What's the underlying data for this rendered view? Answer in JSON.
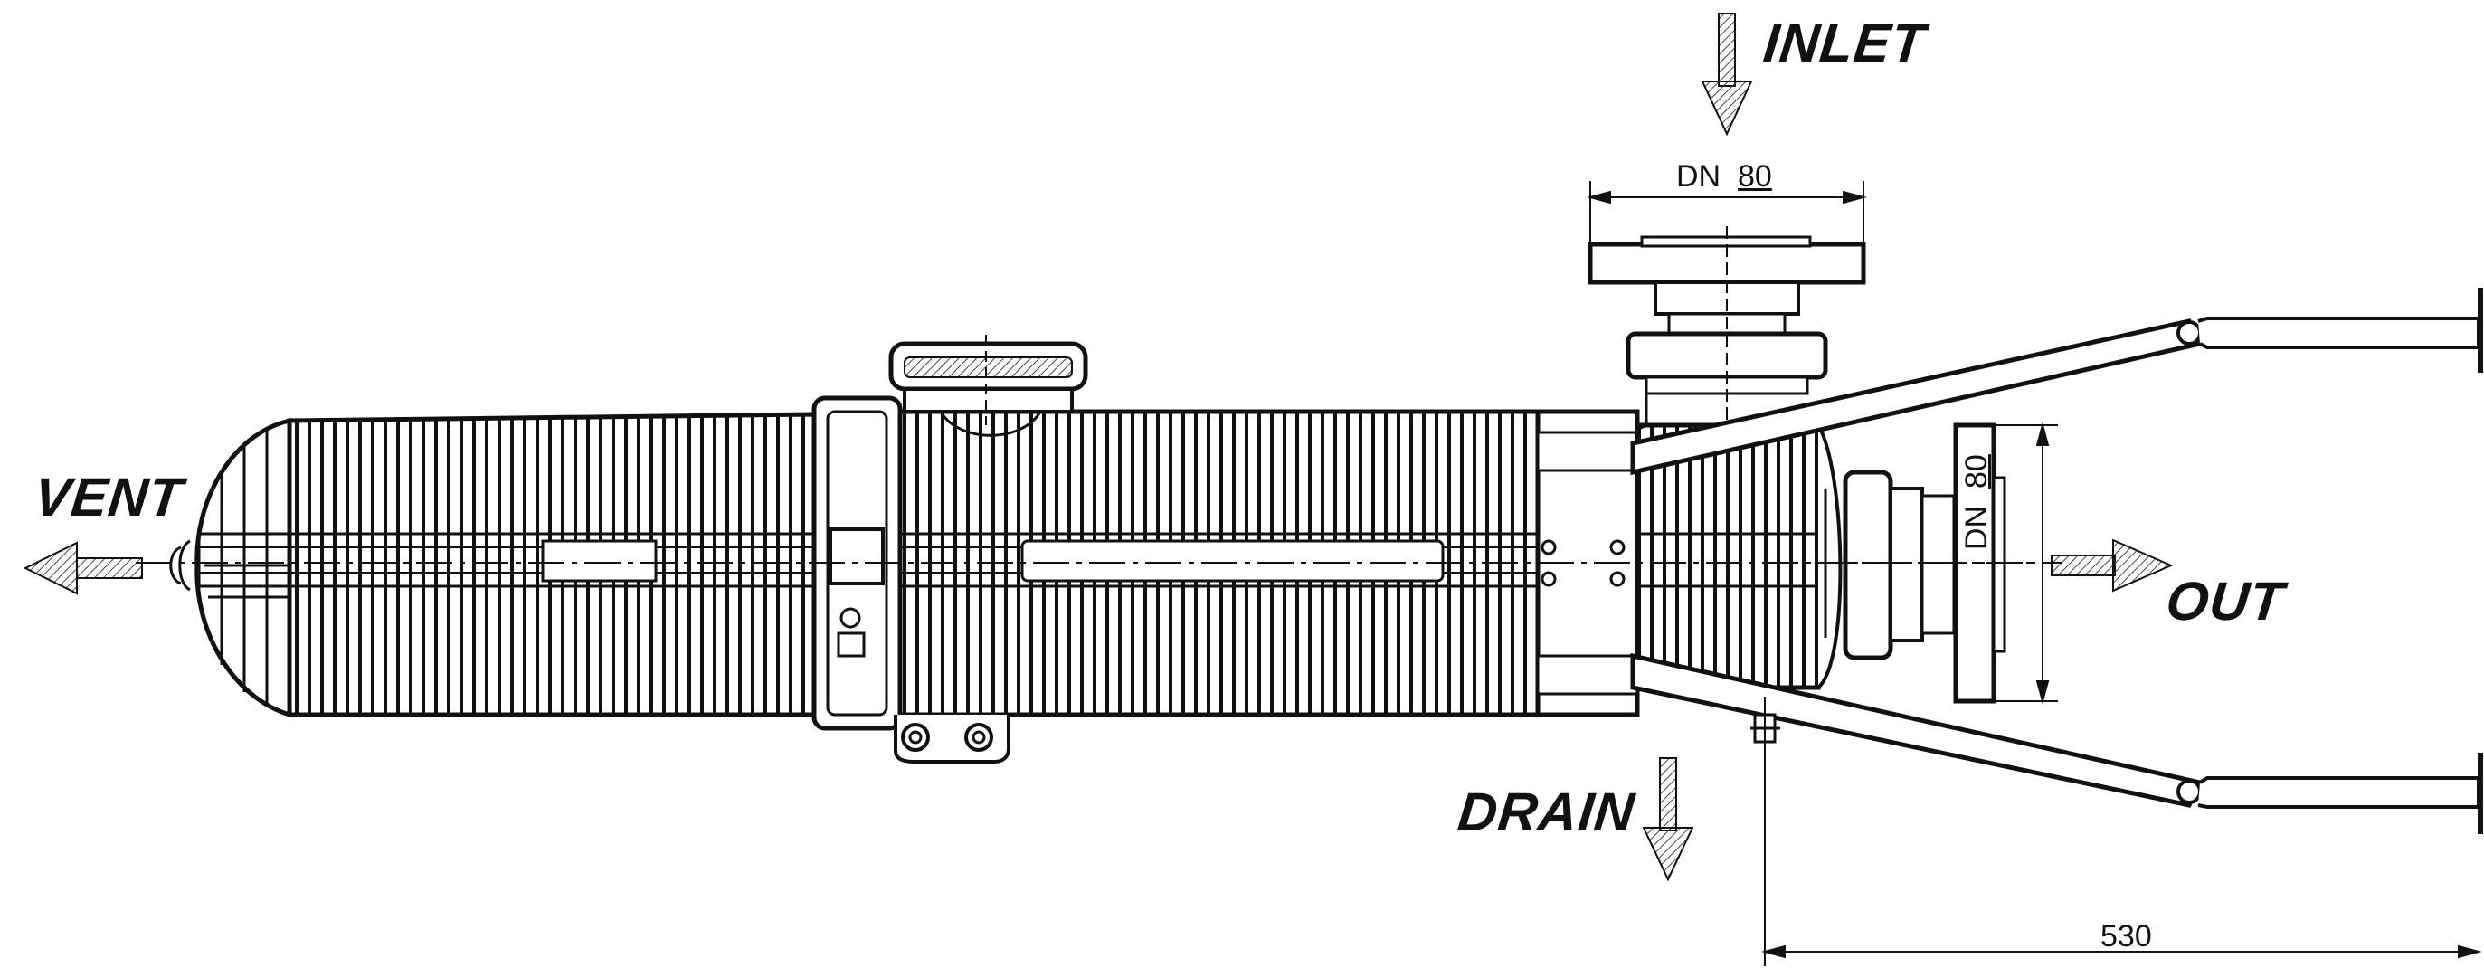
{
  "labels": {
    "inlet": "INLET",
    "vent": "VENT",
    "out": "OUT",
    "drain": "DRAIN"
  },
  "dimensions": {
    "inlet_prefix": "DN",
    "inlet_size": "80",
    "outlet_prefix": "DN",
    "outlet_size": "80",
    "length": "530"
  },
  "colors": {
    "line": "#111111",
    "background": "#ffffff",
    "hatch": "#555555"
  },
  "icons": [
    "inlet-arrow-icon",
    "vent-arrow-icon",
    "out-arrow-icon",
    "drain-arrow-icon"
  ]
}
